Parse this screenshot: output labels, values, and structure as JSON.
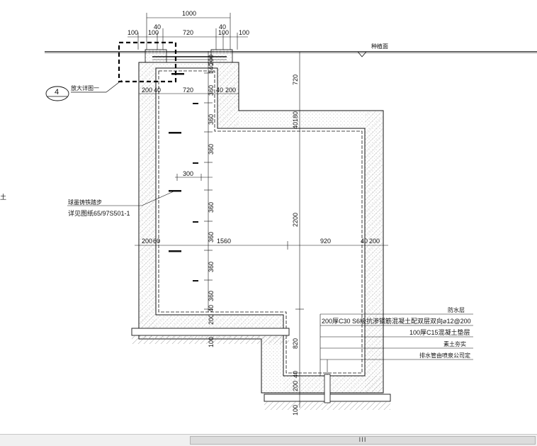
{
  "dimensions": {
    "total_width": "1000",
    "top_left_margin": "100",
    "top_left_100": "100",
    "top_40_left": "40",
    "top_720": "720",
    "top_40_right": "40",
    "top_right_100a": "100",
    "top_right_100b": "100",
    "right_720": "720",
    "left_200": "200",
    "left_40": "40",
    "mid_720": "720",
    "mid_40": "40",
    "mid_200": "200",
    "r_40": "40",
    "r_180": "180",
    "r_2200": "2200",
    "r_820": "820",
    "bot_200": "200",
    "bot_40": "40",
    "bot_100": "100",
    "left_bot_200": "200",
    "left_bot_40": "40",
    "left_bot_100": "100",
    "v_200": "200",
    "v_140": "140",
    "v_360a": "360",
    "v_360b": "360",
    "v_360c": "360",
    "v_360d": "360",
    "v_360e": "360",
    "v_360f": "360",
    "v_360g": "360",
    "w_200_left": "200",
    "w_60": "60",
    "w_1560": "1560",
    "w_920": "920",
    "w_40_right": "40",
    "w_200_right": "200",
    "rung_300": "300"
  },
  "labels": {
    "ground_level": "种植面",
    "detail_number": "4",
    "detail_label": "放大详图一",
    "ladder_label": "球墨铸铁踏步",
    "ladder_ref": "详见图纸65/97S501-1",
    "spec_waterproof": "防水层",
    "spec_wall": "200厚C30 S6级抗渗钢筋混凝土配双层双向⌀12@200",
    "spec_base": "100厚C15混凝土垫层",
    "spec_soil": "素土夯实",
    "spec_drain": "排水管由喷泉公司定",
    "edge_glyph": "土"
  },
  "scrollbar": {
    "thumb_glyph": "III"
  },
  "colors": {
    "line": "#111111",
    "concrete_hatch": "#8a8a8a",
    "detail_box": "#000000",
    "background": "#ffffff"
  }
}
